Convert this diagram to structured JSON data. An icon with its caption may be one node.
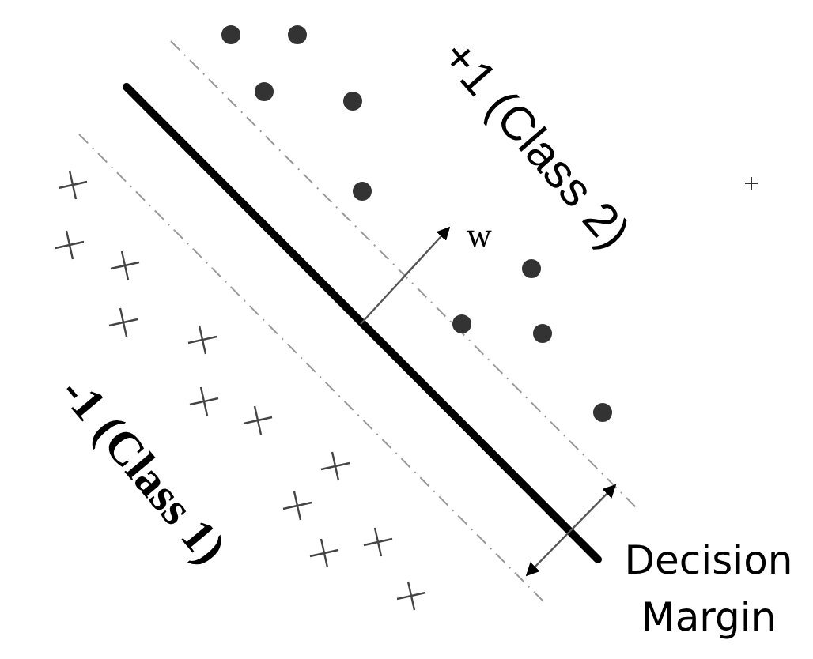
{
  "diagram": {
    "labels": [
      "+1 (Class 2)",
      "w",
      "-1 (Class 1)",
      "Decision Margin"
    ]
  }
}
